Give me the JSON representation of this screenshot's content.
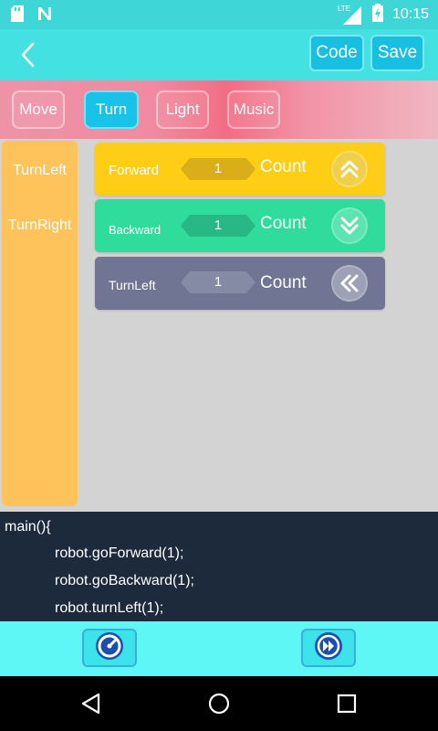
{
  "status_bar": {
    "network": "LTE",
    "time": "10:15",
    "icons": [
      "sd-card-icon",
      "n-notification-icon",
      "signal-icon",
      "battery-charging-icon"
    ]
  },
  "app_bar": {
    "code_label": "Code",
    "save_label": "Save"
  },
  "tabs": [
    {
      "label": "Move",
      "active": false
    },
    {
      "label": "Turn",
      "active": true
    },
    {
      "label": "Light",
      "active": false
    },
    {
      "label": "Music",
      "active": false
    }
  ],
  "palette": {
    "items": [
      {
        "label": "TurnLeft"
      },
      {
        "label": "TurnRight"
      }
    ]
  },
  "blocks": [
    {
      "label": "Forward",
      "value": "1",
      "unit": "Count",
      "color": "#fece16",
      "icon": "double-chevron-up-icon"
    },
    {
      "label": "Backward",
      "value": "1",
      "unit": "Count",
      "color": "#2fdc9c",
      "icon": "double-chevron-down-icon"
    },
    {
      "label": "TurnLeft",
      "value": "1",
      "unit": "Count",
      "color": "#6f7592",
      "icon": "double-chevron-left-icon"
    }
  ],
  "code": {
    "lines": [
      "main(){",
      "robot.goForward(1);",
      "robot.goBackward(1);",
      "robot.turnLeft(1);"
    ]
  },
  "bottom_bar": {
    "buttons": [
      {
        "icon": "speedometer-icon"
      },
      {
        "icon": "fast-forward-icon"
      }
    ]
  },
  "colors": {
    "accent": "#44e1e3",
    "tab_active": "#18c2e8",
    "palette": "#fec35b",
    "code_bg": "#1c2a3c"
  }
}
